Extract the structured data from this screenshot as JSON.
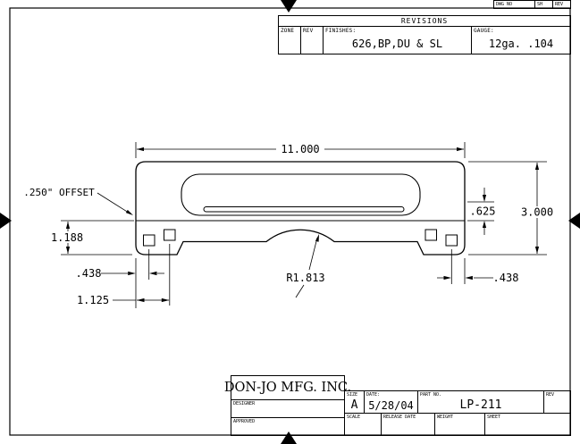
{
  "sheet_header": {
    "dwg_no_label": "DWG NO",
    "sh_label": "SH",
    "rev_label": "REV"
  },
  "revisions": {
    "title": "REVISIONS",
    "zone_label": "ZONE",
    "rev_label": "REV",
    "finishes_label": "FINISHES:",
    "finishes_value": "626,BP,DU & SL",
    "gauge_label": "GAUGE:",
    "gauge_value": "12ga. .104"
  },
  "dimensions": {
    "overall_width": "11.000",
    "overall_height": "3.000",
    "offset_note": ".250\" OFFSET",
    "offset_to_edge": ".625",
    "bottom_height": "1.188",
    "hole_inset_left": ".438",
    "hole_spacing_left": "1.125",
    "hole_inset_right": ".438",
    "notch_radius": "R1.813"
  },
  "title_block": {
    "company": "DON-JO MFG. INC.",
    "designer_label": "DESIGNER",
    "approved_label": "APPROVED",
    "size_label": "SIZE",
    "size_value": "A",
    "date_label": "DATE:",
    "date_value": "5/28/04",
    "part_label": "PART NO.",
    "part_value": "LP-211",
    "rev_label": "REV",
    "scale_label": "SCALE",
    "release_date_label": "RELEASE DATE",
    "weight_label": "WEIGHT",
    "sheet_label": "SHEET"
  }
}
